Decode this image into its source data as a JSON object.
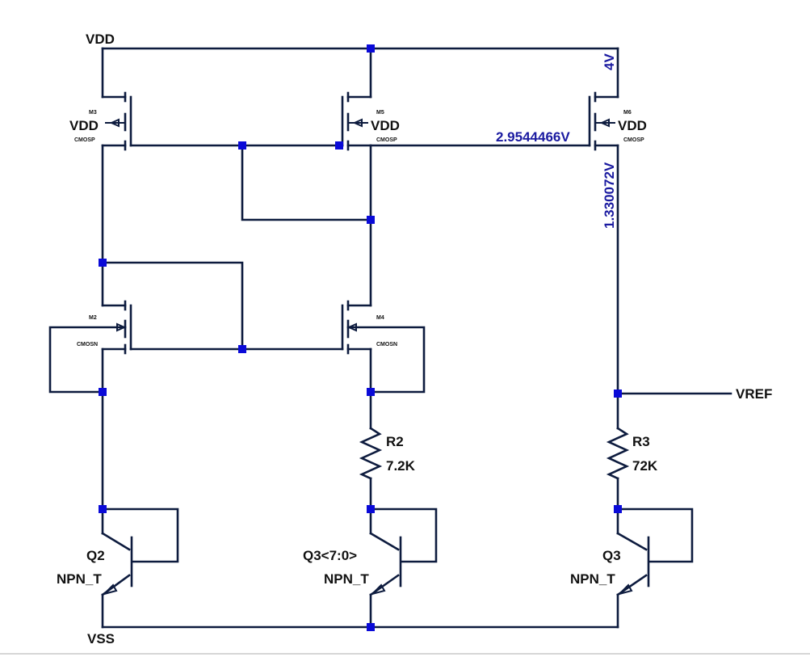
{
  "rails": {
    "vdd": "VDD",
    "vss": "VSS"
  },
  "output": {
    "vref": "VREF"
  },
  "transistors": {
    "m3": {
      "name": "M3",
      "model": "CMOSP",
      "bulk": "VDD"
    },
    "m5": {
      "name": "M5",
      "model": "CMOSP",
      "bulk": "VDD"
    },
    "m6": {
      "name": "M6",
      "model": "CMOSP",
      "bulk": "VDD"
    },
    "m2": {
      "name": "M2",
      "model": "CMOSN"
    },
    "m4": {
      "name": "M4",
      "model": "CMOSN"
    }
  },
  "resistors": {
    "r2": {
      "name": "R2",
      "value": "7.2K"
    },
    "r3": {
      "name": "R3",
      "value": "72K"
    }
  },
  "bjts": {
    "q2": {
      "name": "Q2",
      "model": "NPN_T"
    },
    "q3_array": {
      "name": "Q3<7:0>",
      "model": "NPN_T"
    },
    "q3": {
      "name": "Q3",
      "model": "NPN_T"
    }
  },
  "probes": {
    "v_supply": "4V",
    "v_gate": "2.9544466V",
    "v_drain": "1.330072V"
  },
  "colors": {
    "wire": "#0d1b3e",
    "node": "#0a0ad8",
    "probe": "#1a1aa0"
  }
}
